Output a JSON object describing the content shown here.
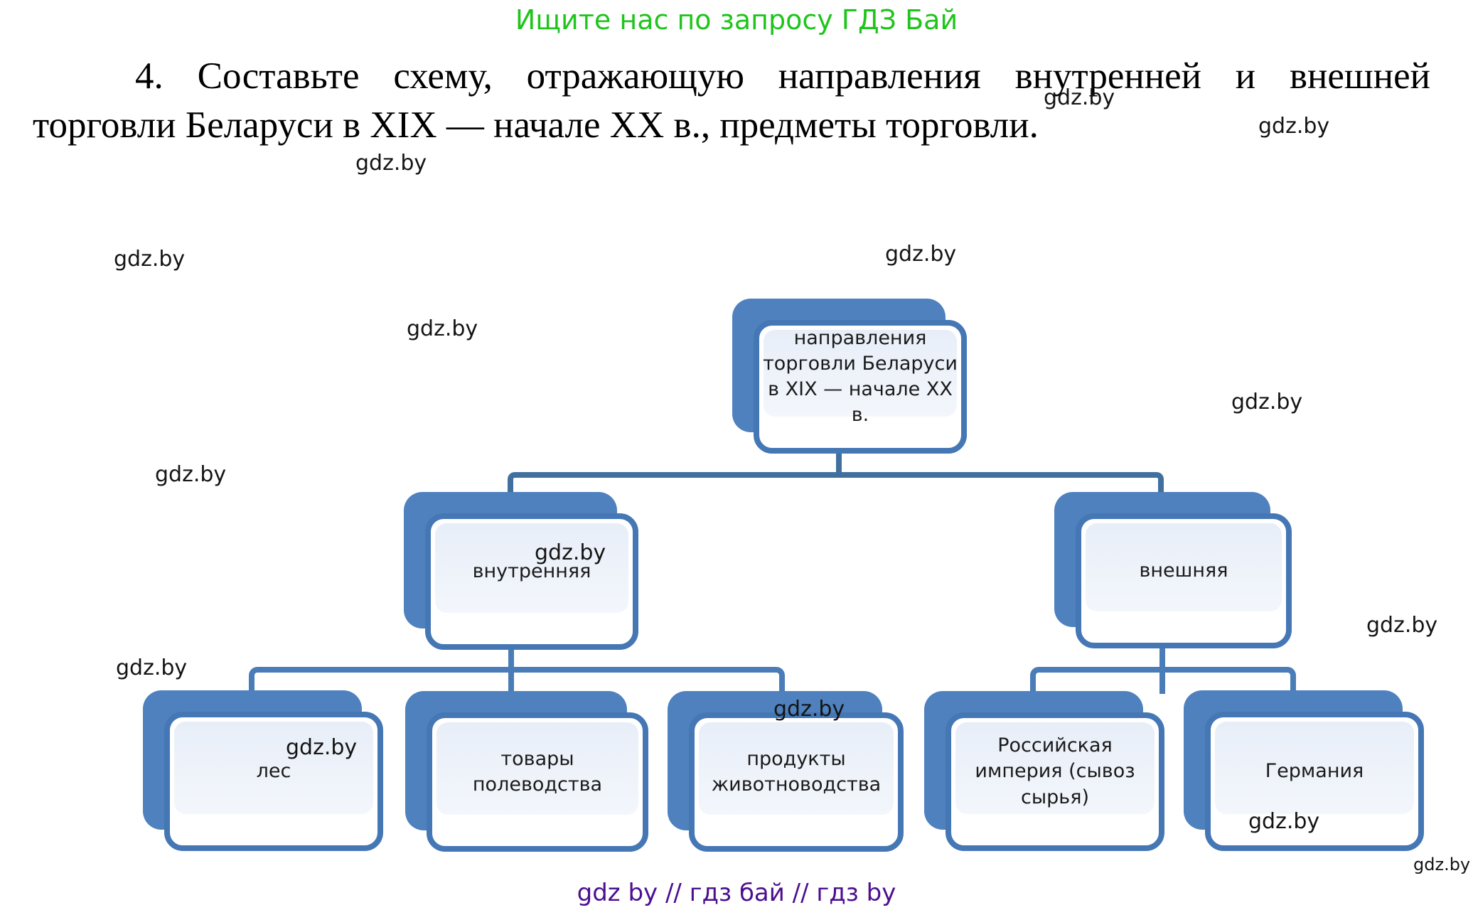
{
  "header": {
    "promo_text": "Ищите нас по запросу ГДЗ Бай",
    "promo_color": "#1fc41c"
  },
  "task": {
    "number": "4.",
    "line1": "4. Составьте схему, отражающую направления внутренней и внешней",
    "line2": "торговли Беларуси в XIX — начале XX в., предметы торговли."
  },
  "watermark": {
    "text": "gdz.by"
  },
  "footer": {
    "text": "gdz by  //  гдз бай  //  гдз by",
    "color": "#4b0f8f"
  },
  "diagram": {
    "root": {
      "label": "направления торговли Беларуси в XIX — начале XX в."
    },
    "level1": [
      {
        "label": "внутренняя"
      },
      {
        "label": "внешняя"
      }
    ],
    "internal_trade_items": [
      {
        "label": "лес"
      },
      {
        "label": "товары полеводства"
      },
      {
        "label": "продукты животноводства"
      }
    ],
    "external_trade_items": [
      {
        "label": "Российская империя (сывоз сырья)"
      },
      {
        "label": "Германия"
      }
    ],
    "colors": {
      "box_border": "#4577b5",
      "box_shadow": "#4e81be",
      "box_fill_top": "#e8eef8",
      "box_fill_bottom": "#f3f7fc",
      "connector_dark": "#41709f",
      "connector_light": "#4a7cb8",
      "text": "#1a1a1a"
    }
  }
}
